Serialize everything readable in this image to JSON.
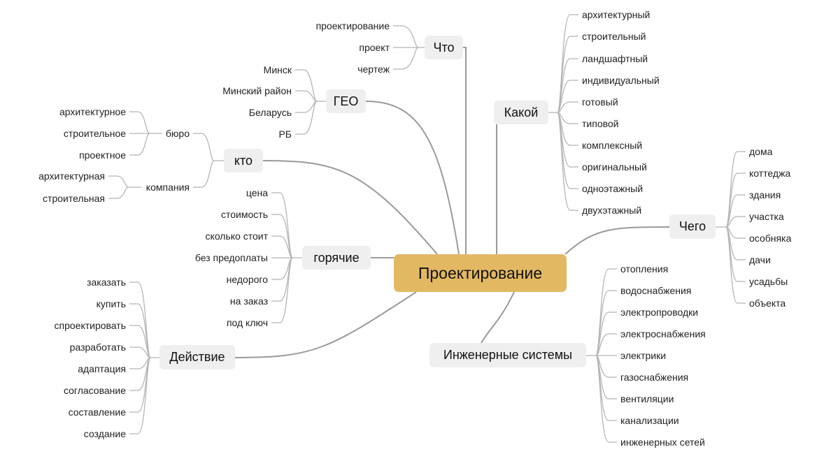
{
  "center": "Проектирование",
  "colors": {
    "center": "#E2B863",
    "node": "#EFEFEF",
    "line": "#9A9A9A",
    "leaf_line": "#B5B5B5"
  },
  "chto": {
    "label": "Что",
    "items": [
      "проектирование",
      "проект",
      "чертеж"
    ]
  },
  "geo": {
    "label": "ГЕО",
    "items": [
      "Минск",
      "Минский район",
      "Беларусь",
      "РБ"
    ]
  },
  "kto": {
    "label": "кто",
    "children": [
      {
        "label": "бюро",
        "items": [
          "архитектурное",
          "строительное",
          "проектное"
        ]
      },
      {
        "label": "компания",
        "items": [
          "архитектурная",
          "строительная"
        ]
      }
    ]
  },
  "goryachie": {
    "label": "горячие",
    "items": [
      "цена",
      "стоимость",
      "сколько стоит",
      "без предоплаты",
      "недорого",
      "на заказ",
      "под ключ"
    ]
  },
  "deystvie": {
    "label": "Действие",
    "items": [
      "заказать",
      "купить",
      "спроектировать",
      "разработать",
      "адаптация",
      "согласование",
      "составление",
      "создание"
    ]
  },
  "kakoy": {
    "label": "Какой",
    "items": [
      "архитектурный",
      "строительный",
      "ландшафтный",
      "индивидуальный",
      "готовый",
      "типовой",
      "комплексный",
      "оригинальный",
      "одноэтажный",
      "двухэтажный"
    ]
  },
  "chego": {
    "label": "Чего",
    "items": [
      "дома",
      "коттеджа",
      "здания",
      "участка",
      "особняка",
      "дачи",
      "усадьбы",
      "объекта"
    ]
  },
  "inzh": {
    "label": "Инженерные системы",
    "items": [
      "отопления",
      "водоснабжения",
      "электропроводки",
      "электроснабжения",
      "электрики",
      "газоснабжения",
      "вентиляции",
      "канализации",
      "инженерных сетей"
    ]
  }
}
